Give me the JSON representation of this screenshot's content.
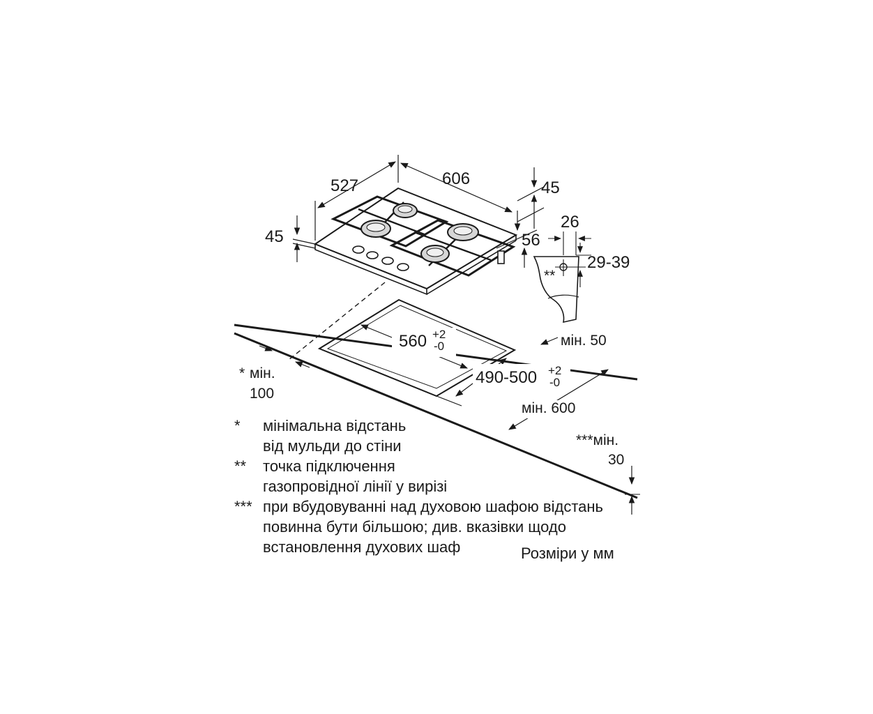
{
  "dimensions": {
    "depth": "527",
    "width": "606",
    "height_right": "45",
    "height_left": "45",
    "depth_side": "56",
    "side_width": "26",
    "side_offset": "29-39",
    "side_marker": "**",
    "cutout_width": "560",
    "cutout_width_tol_plus": "+2",
    "cutout_width_tol_minus": "-0",
    "cutout_depth": "490-500",
    "cutout_depth_tol_plus": "+2",
    "cutout_depth_tol_minus": "-0",
    "min_back": "мін. 50",
    "min_front": "мін. 600",
    "min_wall_mark": "*",
    "min_wall_label": "мін.",
    "min_wall_value": "100",
    "min_oven_label": "***мін.",
    "min_oven_value": "30"
  },
  "legend": [
    {
      "mark": "*",
      "lines": [
        "мінімальна відстань",
        "від мульди до стіни"
      ]
    },
    {
      "mark": "**",
      "lines": [
        "точка підключення",
        "газопровідної лінії у вирізі"
      ]
    },
    {
      "mark": "***",
      "lines": [
        "при вбудовуванні над духовою шафою відстань",
        "повинна бути більшою; див. вказівки щодо",
        "встановлення духових шаф"
      ]
    }
  ],
  "units_note": "Розміри у мм"
}
